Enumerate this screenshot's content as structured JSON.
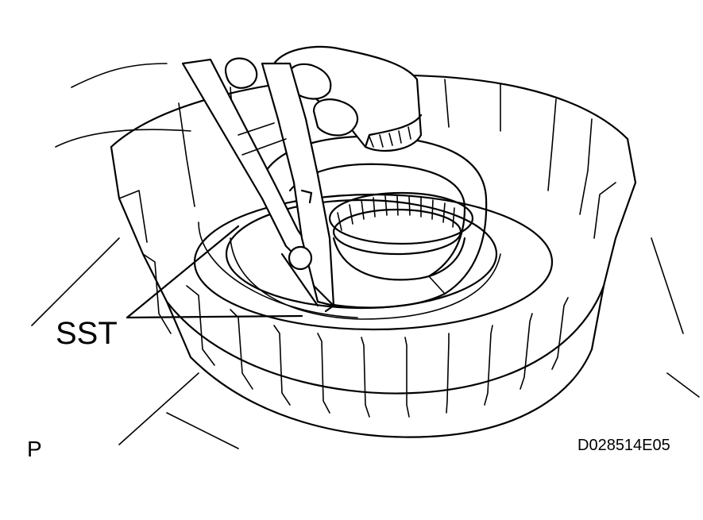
{
  "labels": {
    "sst": "SST",
    "view": "P",
    "code": "D028514E05"
  },
  "colors": {
    "line": "#000000",
    "background": "#ffffff"
  }
}
